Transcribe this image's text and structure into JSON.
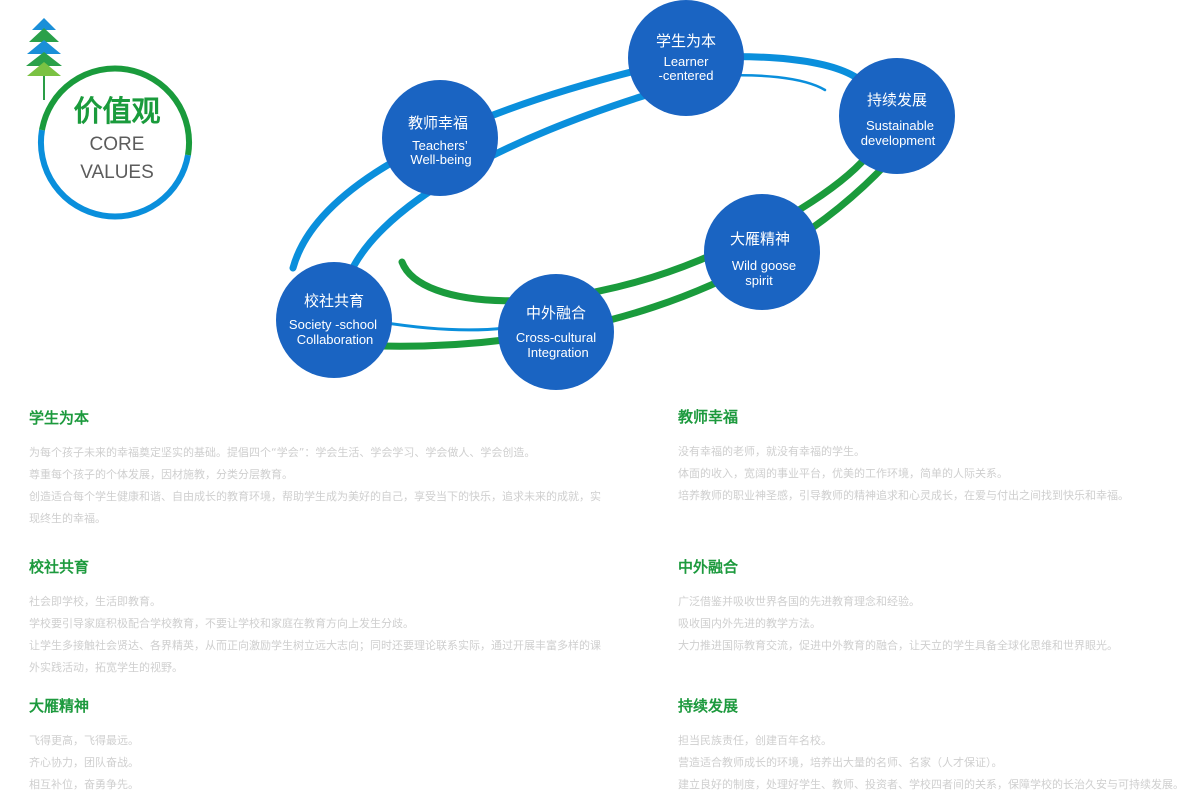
{
  "logo": {
    "title_cn": "价值观",
    "title_en_1": "CORE",
    "title_en_2": "VALUES",
    "icon": "tree-logo"
  },
  "colors": {
    "blue": "#1a64c2",
    "ring_blue": "#0a8fdc",
    "green": "#1a9b3c",
    "heading_green": "#1d9a3e",
    "body_text": "#cfcfcf"
  },
  "nodes": [
    {
      "id": "learner",
      "cn": "学生为本",
      "en1": "Learner",
      "en2": "-centered"
    },
    {
      "id": "sustainable",
      "cn": "持续发展",
      "en1": "Sustainable",
      "en2": "development"
    },
    {
      "id": "wildgoose",
      "cn": "大雁精神",
      "en1": "Wild goose",
      "en2": "spirit"
    },
    {
      "id": "crosscultural",
      "cn": "中外融合",
      "en1": "Cross-cultural",
      "en2": "Integration"
    },
    {
      "id": "society",
      "cn": "校社共育",
      "en1": "Society -school",
      "en2": "Collaboration"
    },
    {
      "id": "teachers",
      "cn": "教师幸福",
      "en1": "Teachers’",
      "en2": "Well-being"
    }
  ],
  "sections": [
    {
      "title": "学生为本",
      "lines": [
        "为每个孩子未来的幸福奠定坚实的基础。提倡四个“学会”：学会生活、学会学习、学会做人、学会创造。",
        "尊重每个孩子的个体发展，因材施教，分类分层教育。",
        "创造适合每个学生健康和谐、自由成长的教育环境，帮助学生成为美好的自己，享受当下的快乐，追求未来的成就，实现终生的幸福。"
      ]
    },
    {
      "title": "教师幸福",
      "lines": [
        "没有幸福的老师，就没有幸福的学生。",
        "体面的收入，宽阔的事业平台，优美的工作环境，简单的人际关系。",
        "培养教师的职业神圣感，引导教师的精神追求和心灵成长，在爱与付出之间找到快乐和幸福。"
      ]
    },
    {
      "title": "校社共育",
      "lines": [
        "社会即学校，生活即教育。",
        "学校要引导家庭积极配合学校教育，不要让学校和家庭在教育方向上发生分歧。",
        "让学生多接触社会贤达、各界精英，从而正向激励学生树立远大志向；同时还要理论联系实际，通过开展丰富多样的课外实践活动，拓宽学生的视野。"
      ]
    },
    {
      "title": "中外融合",
      "lines": [
        "广泛借鉴并吸收世界各国的先进教育理念和经验。",
        "吸收国内外先进的教学方法。",
        "大力推进国际教育交流，促进中外教育的融合，让天立的学生具备全球化思维和世界眼光。"
      ]
    },
    {
      "title": "大雁精神",
      "lines": [
        "飞得更高，飞得最远。",
        "齐心协力，团队奋战。",
        "相互补位，奋勇争先。"
      ]
    },
    {
      "title": "持续发展",
      "lines": [
        "担当民族责任，创建百年名校。",
        "营造适合教师成长的环境，培养出大量的名师、名家（人才保证）。",
        "建立良好的制度，处理好学生、教师、投资者、学校四者间的关系，保障学校的长治久安与可持续发展。"
      ]
    }
  ]
}
